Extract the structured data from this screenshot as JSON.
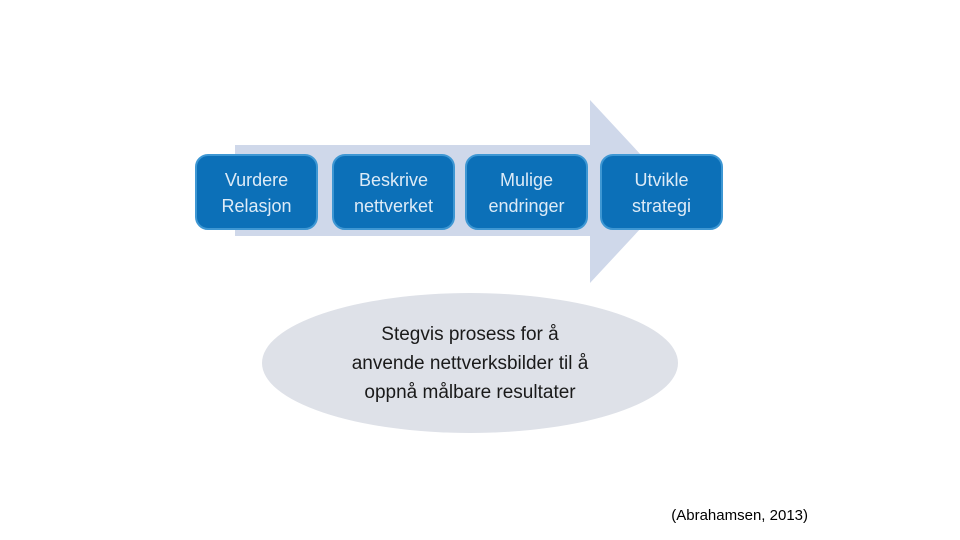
{
  "slide": {
    "background_color": "#ffffff",
    "diagram": {
      "arrow": {
        "description": "right-pointing process arrow behind step boxes",
        "color": "#CFD8EA"
      },
      "step_style": {
        "fill": "#0C70B8",
        "border": "#3E97D3",
        "text_color": "#DDEBF7"
      },
      "steps": [
        {
          "line1": "Vurdere",
          "line2": "Relasjon"
        },
        {
          "line1": "Beskrive",
          "line2": "nettverket"
        },
        {
          "line1": "Mulige",
          "line2": "endringer"
        },
        {
          "line1": "Utvikle",
          "line2": "strategi"
        }
      ]
    },
    "callout": {
      "fill": "#DEE1E8",
      "text_color": "#1a1a1a",
      "lines": [
        "Stegvis prosess for å",
        "anvende nettverksbilder til å",
        "oppnå målbare resultater"
      ]
    },
    "citation": "(Abrahamsen, 2013)"
  }
}
